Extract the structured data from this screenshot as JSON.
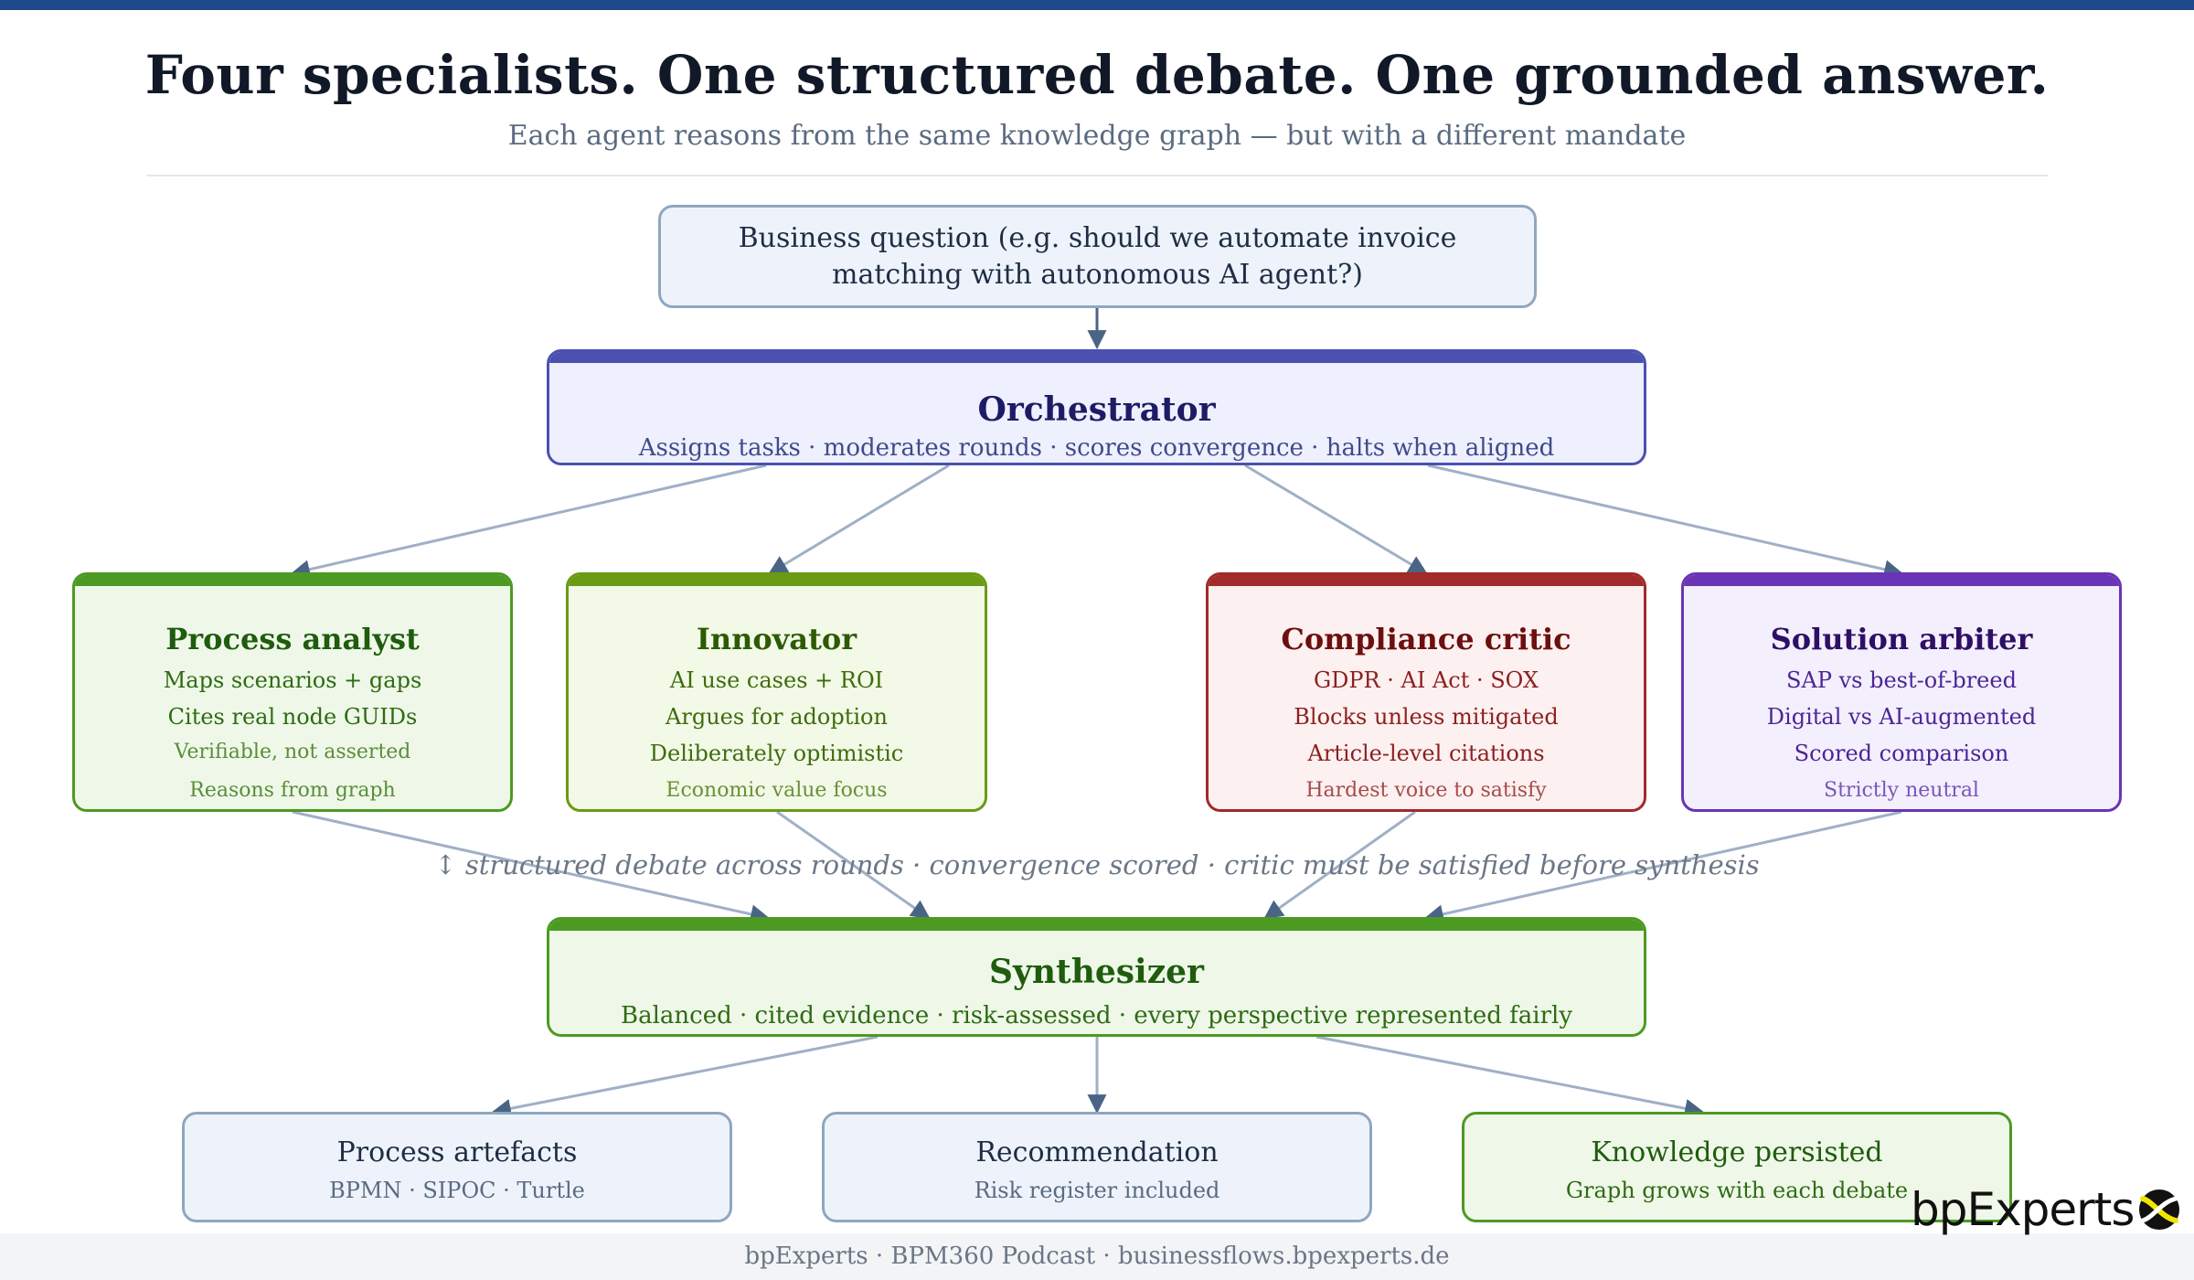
{
  "header": {
    "title": "Four specialists. One structured debate. One grounded answer.",
    "subtitle": "Each agent reasons from the same knowledge graph — but with a different mandate"
  },
  "question": {
    "text": "Business question (e.g. should we automate invoice matching with autonomous AI agent?)"
  },
  "orchestrator": {
    "title": "Orchestrator",
    "subtitle": "Assigns tasks · moderates rounds · scores convergence · halts when aligned"
  },
  "agents": [
    {
      "title": "Process analyst",
      "lines": [
        "Maps scenarios + gaps",
        "Cites real node GUIDs",
        "Verifiable, not asserted",
        "Reasons from graph"
      ]
    },
    {
      "title": "Innovator",
      "lines": [
        "AI use cases + ROI",
        "Argues for adoption",
        "Deliberately optimistic",
        "Economic value focus"
      ]
    },
    {
      "title": "Compliance critic",
      "lines": [
        "GDPR · AI Act · SOX",
        "Blocks unless mitigated",
        "Article-level citations",
        "Hardest voice to satisfy"
      ]
    },
    {
      "title": "Solution arbiter",
      "lines": [
        "SAP vs best-of-breed",
        "Digital vs AI-augmented",
        "Scored comparison",
        "Strictly neutral"
      ]
    }
  ],
  "debate_note": "↕ structured debate across rounds · convergence scored · critic must be satisfied before synthesis",
  "synthesizer": {
    "title": "Synthesizer",
    "subtitle": "Balanced · cited evidence · risk-assessed · every perspective represented fairly"
  },
  "outputs": [
    {
      "title": "Process artefacts",
      "subtitle": "BPMN · SIPOC · Turtle"
    },
    {
      "title": "Recommendation",
      "subtitle": "Risk register included"
    },
    {
      "title": "Knowledge persisted",
      "subtitle": "Graph grows with each debate"
    }
  ],
  "footer": {
    "text": "bpExperts · BPM360 Podcast · businessflows.bpexperts.de"
  },
  "logo": {
    "text": "bpExperts"
  },
  "colors": {
    "navy": "#1e4a8c",
    "orchestrator": "#4a51b0",
    "process_analyst": "#4c9a22",
    "innovator": "#6b9a14",
    "compliance_critic": "#a12a2a",
    "solution_arbiter": "#6a34b5",
    "synthesizer": "#4c9a22",
    "connector": "#9fb0c6",
    "arrowhead": "#4a6485"
  }
}
